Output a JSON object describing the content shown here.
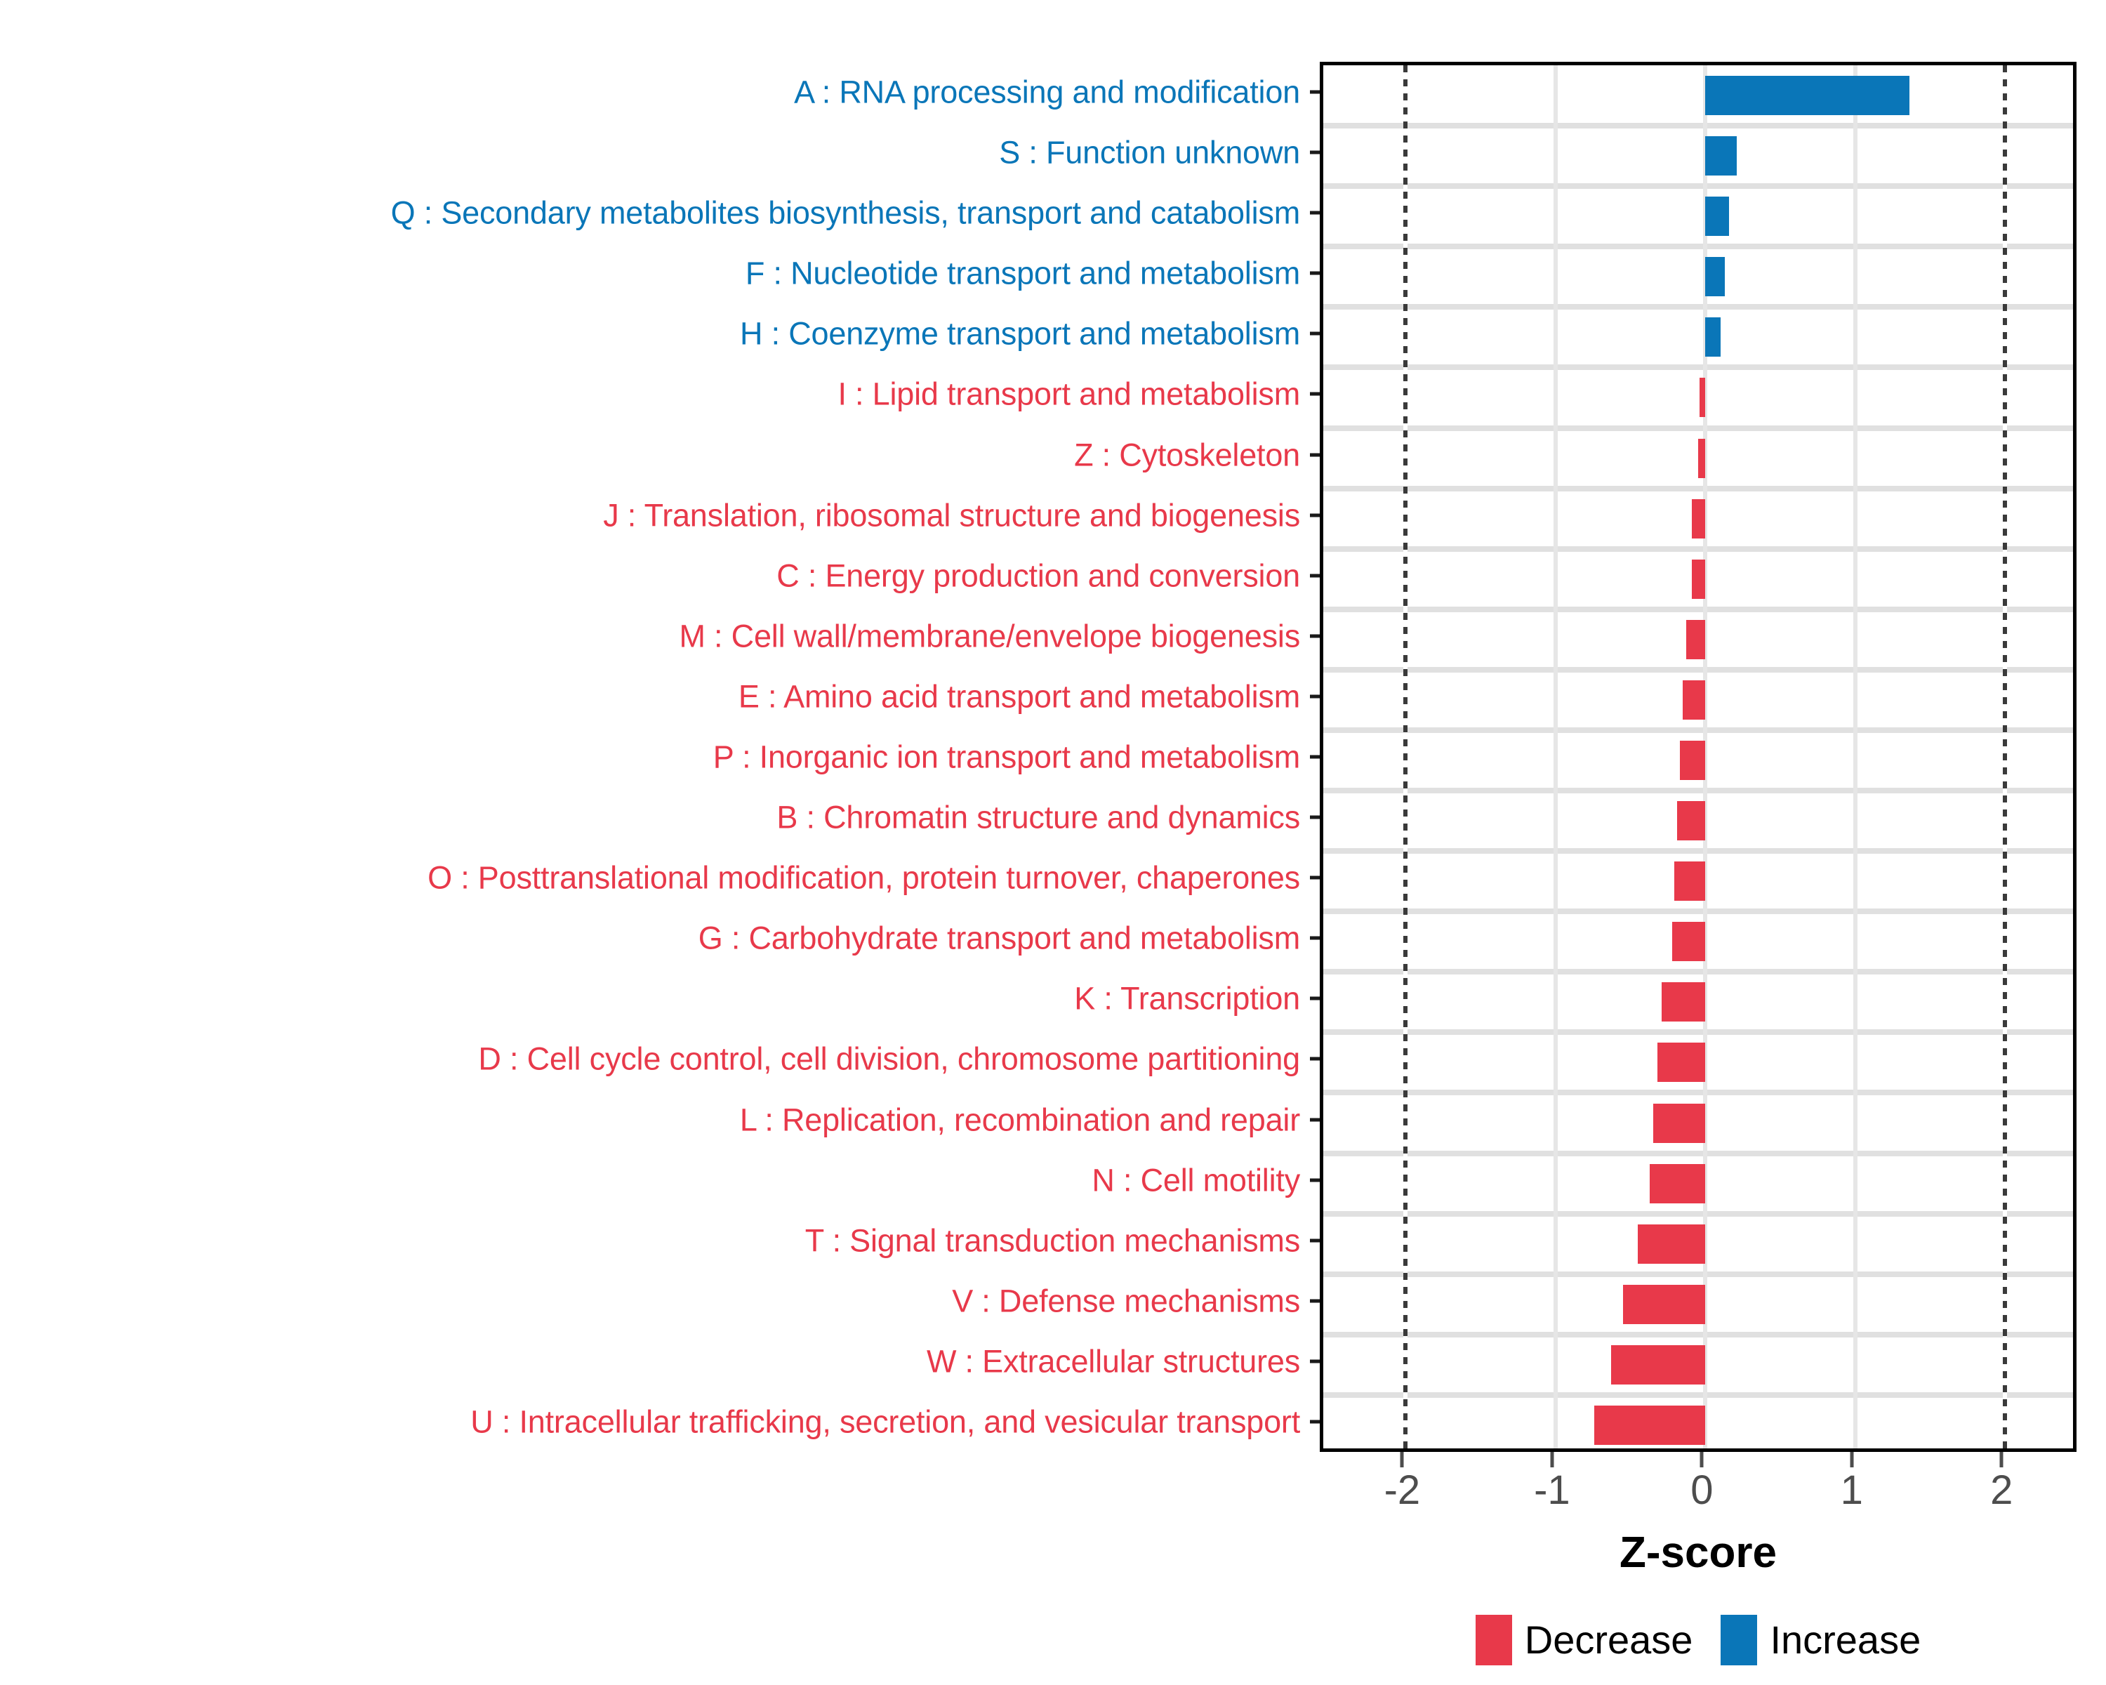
{
  "chart_data": {
    "type": "bar",
    "orientation": "horizontal",
    "title": "",
    "xlabel": "Z-score",
    "ylabel": "",
    "xlim": [
      -2.55,
      2.5
    ],
    "xticks": [
      -2,
      -1,
      0,
      1,
      2
    ],
    "xticklabels": [
      "-2",
      "-1",
      "0",
      "1",
      "2"
    ],
    "grid": true,
    "reference_lines": [
      -2,
      2
    ],
    "legend": {
      "position": "bottom",
      "entries": [
        {
          "label": "Decrease",
          "color": "#e8394a"
        },
        {
          "label": "Increase",
          "color": "#0a76b8"
        }
      ]
    },
    "categories": [
      "A : RNA processing and modification",
      "S : Function unknown",
      "Q : Secondary metabolites biosynthesis, transport and catabolism",
      "F : Nucleotide transport and metabolism",
      "H : Coenzyme transport and metabolism",
      "I : Lipid transport and metabolism",
      "Z : Cytoskeleton",
      "J : Translation, ribosomal structure and biogenesis",
      "C : Energy production and conversion",
      "M : Cell wall/membrane/envelope biogenesis",
      "E : Amino acid transport and metabolism",
      "P : Inorganic ion transport and metabolism",
      "B : Chromatin structure and dynamics",
      "O : Posttranslational modification, protein turnover, chaperones",
      "G : Carbohydrate transport and metabolism",
      "K : Transcription",
      "D : Cell cycle control, cell division, chromosome partitioning",
      "L : Replication, recombination and repair",
      "N : Cell motility",
      "T : Signal transduction mechanisms",
      "V : Defense mechanisms",
      "W : Extracellular structures",
      "U : Intracellular trafficking, secretion, and vesicular transport"
    ],
    "values": [
      1.36,
      0.21,
      0.16,
      0.13,
      0.1,
      -0.04,
      -0.05,
      -0.09,
      -0.09,
      -0.13,
      -0.15,
      -0.17,
      -0.19,
      -0.21,
      -0.22,
      -0.29,
      -0.32,
      -0.35,
      -0.37,
      -0.45,
      -0.55,
      -0.63,
      -0.74
    ],
    "direction": [
      "Increase",
      "Increase",
      "Increase",
      "Increase",
      "Increase",
      "Decrease",
      "Decrease",
      "Decrease",
      "Decrease",
      "Decrease",
      "Decrease",
      "Decrease",
      "Decrease",
      "Decrease",
      "Decrease",
      "Decrease",
      "Decrease",
      "Decrease",
      "Decrease",
      "Decrease",
      "Decrease",
      "Decrease",
      "Decrease"
    ]
  }
}
